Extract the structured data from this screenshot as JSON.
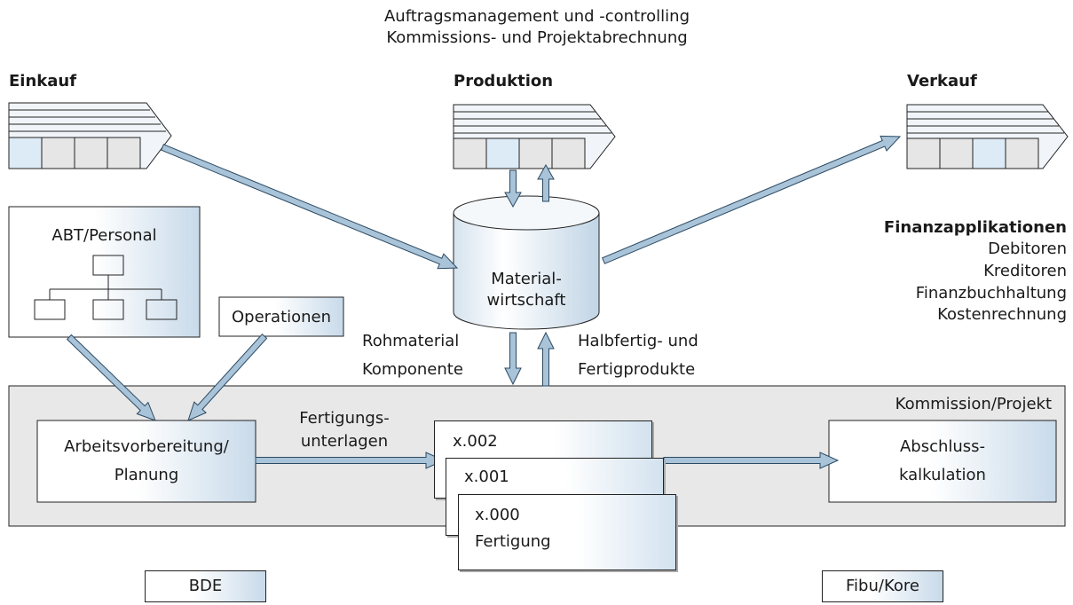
{
  "header": {
    "line1": "Auftragsmanagement und -controlling",
    "line2": "Kommissions- und Projektabrechnung"
  },
  "sections": {
    "einkauf": "Einkauf",
    "produktion": "Produktion",
    "verkauf": "Verkauf"
  },
  "finance": {
    "title": "Finanzapplikationen",
    "items": [
      "Debitoren",
      "Kreditoren",
      "Finanzbuchhaltung",
      "Kostenrechnung"
    ]
  },
  "nodes": {
    "abt_personal": "ABT/Personal",
    "operationen": "Operationen",
    "material_line1": "Material-",
    "material_line2": "wirtschaft",
    "arbeit_line1": "Arbeitsvorbereitung/",
    "arbeit_line2": "Planung",
    "abschluss_line1": "Abschluss-",
    "abschluss_line2": "kalkulation",
    "bde": "BDE",
    "fibu": "Fibu/Kore"
  },
  "panel": {
    "title": "Kommission/Projekt"
  },
  "flows": {
    "rohmaterial_line1": "Rohmaterial",
    "rohmaterial_line2": "Komponente",
    "halbfertig_line1": "Halbfertig- und",
    "halbfertig_line2": "Fertigprodukte",
    "fertigung_line1": "Fertigungs-",
    "fertigung_line2": "unterlagen"
  },
  "orders": {
    "x002": "x.002",
    "x001": "x.001",
    "x000_line1": "x.000",
    "x000_line2": "Fertigung"
  },
  "colors": {
    "arrow_fill": "#a9c3d8",
    "arrow_stroke": "#2b4a63",
    "panel_fill": "#e8e8e8",
    "box_tint": "#c8daea"
  }
}
